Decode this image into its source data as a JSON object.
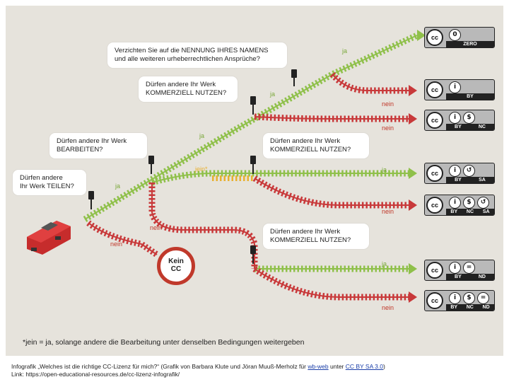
{
  "questions": {
    "q1": {
      "line1": "Verzichten Sie auf die NENNUNG IHRES NAMENS",
      "line2": "und alle weiteren urheberrechtlichen Ansprüche?"
    },
    "q2": {
      "line1": "Dürfen andere Ihr Werk",
      "line2": "KOMMERZIELL NUTZEN?"
    },
    "q3": {
      "line1": "Dürfen andere Ihr Werk",
      "line2": "BEARBEITEN?"
    },
    "q4": {
      "line1": "Dürfen andere Ihr Werk",
      "line2": "KOMMERZIELL NUTZEN?"
    },
    "q5": {
      "line1": "Dürfen andere",
      "line2": "Ihr Werk TEILEN?"
    },
    "q6": {
      "line1": "Dürfen andere Ihr Werk",
      "line2": "KOMMERZIELL NUTZEN?"
    }
  },
  "labels": {
    "ja": "ja",
    "nein": "nein",
    "jein": "jein*"
  },
  "kein_cc": {
    "line1": "Kein",
    "line2": "CC"
  },
  "licenses": [
    {
      "cc": "cc",
      "icons": [
        "0"
      ],
      "strip": [
        "ZERO"
      ]
    },
    {
      "cc": "cc",
      "icons": [
        "i"
      ],
      "strip": [
        "BY"
      ]
    },
    {
      "cc": "cc",
      "icons": [
        "i",
        "$"
      ],
      "strip": [
        "BY",
        "NC"
      ]
    },
    {
      "cc": "cc",
      "icons": [
        "i",
        "↺"
      ],
      "strip": [
        "BY",
        "SA"
      ]
    },
    {
      "cc": "cc",
      "icons": [
        "i",
        "$",
        "↺"
      ],
      "strip": [
        "BY",
        "NC",
        "SA"
      ]
    },
    {
      "cc": "cc",
      "icons": [
        "i",
        "="
      ],
      "strip": [
        "BY",
        "ND"
      ]
    },
    {
      "cc": "cc",
      "icons": [
        "i",
        "$",
        "="
      ],
      "strip": [
        "BY",
        "NC",
        "ND"
      ]
    }
  ],
  "footnote": "*jein = ja, solange andere die Bearbeitung unter denselben Bedingungen weitergeben",
  "caption": {
    "part1": "Infografik „Welches ist die richtige CC-Lizenz für mich?“ (Grafik von Barbara Klute und Jöran Muuß-Merholz für ",
    "link1": "wb-web",
    "part2": " unter ",
    "link2": "CC BY SA 3.0",
    "part3": ")",
    "line2": "Link: https://open-educational-resources.de/cc-lizenz-infografik/"
  },
  "colors": {
    "background": "#e6e3dc",
    "track_green": "#8fc04a",
    "track_red": "#c8393a",
    "train_red": "#c62c2c"
  }
}
